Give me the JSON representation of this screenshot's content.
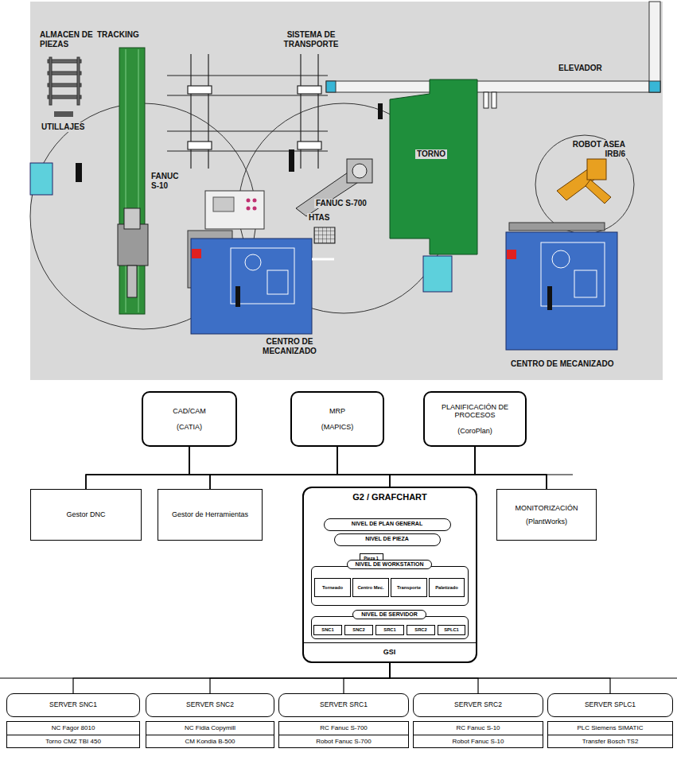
{
  "diagram": {
    "nodes": [
      {
        "text": [
          "CAD/CAM",
          "(CATIA)"
        ]
      },
      {
        "text": [
          "MRP",
          "(MAPICS)"
        ]
      },
      {
        "text": [
          "PLANIFICACIÓN DE PROCESOS",
          "(CoroPlan)"
        ]
      },
      {
        "text": [
          "Gestor DNC"
        ]
      },
      {
        "text": [
          "Gestor de Herramientas"
        ]
      },
      {
        "text": [
          "G2 / GRAFCHART"
        ]
      },
      {
        "text": [
          "MONITORIZACIÓN",
          "(PlantWorks)"
        ]
      },
      {
        "text": [
          "NIVEL DE PLAN GENERAL"
        ],
        "in": 5
      },
      {
        "text": [
          "NIVEL DE PIEZA"
        ],
        "in": 5
      },
      {
        "text": [
          "Pieza 1"
        ],
        "in": 5
      },
      {
        "text": [
          "NIVEL DE WORKSTATION"
        ],
        "in": 5
      },
      {
        "text": [
          "Torneado"
        ],
        "in": 10
      },
      {
        "text": [
          "Centro Mec."
        ],
        "in": 10
      },
      {
        "text": [
          "Transporte"
        ],
        "in": 10
      },
      {
        "text": [
          "Paletizado"
        ],
        "in": 10
      },
      {
        "text": [
          "NIVEL DE SERVIDOR"
        ],
        "in": 5
      },
      {
        "text": [
          "SNC1"
        ],
        "in": 15
      },
      {
        "text": [
          "SNC2"
        ],
        "in": 15
      },
      {
        "text": [
          "SRC1"
        ],
        "in": 15
      },
      {
        "text": [
          "SRC2"
        ],
        "in": 15
      },
      {
        "text": [
          "SPLC1"
        ],
        "in": 15
      },
      {
        "text": [
          "GSI"
        ],
        "in": 5
      },
      {
        "text": [
          "SERVER SNC1"
        ]
      },
      {
        "text": [
          "SERVER SNC2"
        ]
      },
      {
        "text": [
          "SERVER SRC1"
        ]
      },
      {
        "text": [
          "SERVER SRC2"
        ]
      },
      {
        "text": [
          "SERVER SPLC1"
        ]
      },
      {
        "text": [
          "NC Fagor 8010",
          "Torno CMZ TBI 450"
        ]
      },
      {
        "text": [
          "NC Fidia Copymill",
          "CM Kondia B-500"
        ]
      },
      {
        "text": [
          "RC Fanuc S-700",
          "Robot Fanuc S-700"
        ]
      },
      {
        "text": [
          "RC Fanuc S-10",
          "Robot Fanuc S-10"
        ]
      },
      {
        "text": [
          "PLC Siemens SIMATIC",
          "Transfer Bosch TS2"
        ]
      }
    ],
    "edges": [
      {
        "from": 0,
        "to": 3,
        "arrow": "none"
      },
      {
        "from": 0,
        "to": 4,
        "arrow": "none"
      },
      {
        "from": 0,
        "to": 5,
        "arrow": "none"
      },
      {
        "from": 0,
        "to": 6,
        "arrow": "none"
      },
      {
        "from": 1,
        "to": 3,
        "arrow": "none"
      },
      {
        "from": 1,
        "to": 4,
        "arrow": "none"
      },
      {
        "from": 1,
        "to": 5,
        "arrow": "none"
      },
      {
        "from": 1,
        "to": 6,
        "arrow": "none"
      },
      {
        "from": 2,
        "to": 3,
        "arrow": "none"
      },
      {
        "from": 2,
        "to": 4,
        "arrow": "none"
      },
      {
        "from": 2,
        "to": 5,
        "arrow": "none"
      },
      {
        "from": 2,
        "to": 6,
        "arrow": "none"
      },
      {
        "from": 5,
        "to": 22,
        "arrow": "none"
      },
      {
        "from": 5,
        "to": 23,
        "arrow": "none"
      },
      {
        "from": 5,
        "to": 24,
        "arrow": "none"
      },
      {
        "from": 5,
        "to": 25,
        "arrow": "none"
      },
      {
        "from": 5,
        "to": 26,
        "arrow": "none"
      }
    ],
    "labels": [
      "ALMACEN DE PIEZAS",
      "TRACKING",
      "SISTEMA DE TRANSPORTE",
      "ELEVADOR",
      "UTILLAJES",
      "TORNO",
      "ROBOT ASEA IRB/6",
      "FANUC S-10",
      "FANUC S-700",
      "HTAS",
      "CENTRO DE MECANIZADO",
      "CENTRO DE MECANIZADO"
    ]
  }
}
